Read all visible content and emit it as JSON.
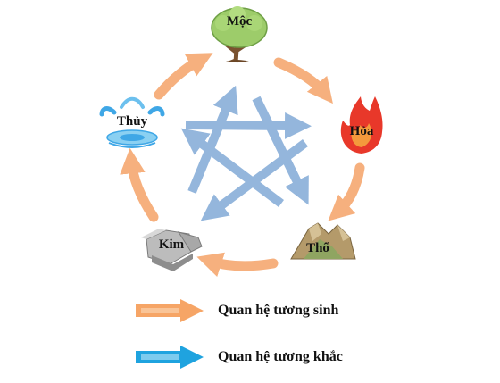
{
  "elements": {
    "moc": {
      "label": "Mộc"
    },
    "hoa": {
      "label": "Hỏa"
    },
    "tho": {
      "label": "Thổ"
    },
    "kim": {
      "label": "Kim"
    },
    "thuy": {
      "label": "Thủy"
    }
  },
  "legend": [
    {
      "label": "Quan hệ tương sinh",
      "color": "#f6a566"
    },
    {
      "label": "Quan hệ tương khắc",
      "color": "#1fa3df"
    }
  ],
  "colors": {
    "generating_arrow": "#f6b07e",
    "overcoming_arrow": "#8fb3db"
  }
}
